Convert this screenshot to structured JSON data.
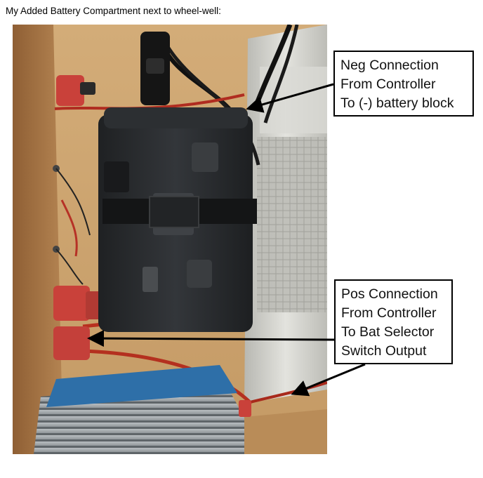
{
  "caption": "My Added Battery Compartment next to wheel-well:",
  "callouts": {
    "neg": {
      "lines": [
        "Neg Connection",
        "From Controller",
        "To (-) battery block"
      ]
    },
    "pos": {
      "lines": [
        "Pos Connection",
        "From Controller",
        "To Bat Selector",
        "Switch Output"
      ]
    }
  },
  "photo": {
    "colors": {
      "wood": "#c9a06e",
      "wood_dark": "#8a5a30",
      "battery_box": "#2a2c2e",
      "terminal_red": "#c9413a",
      "insulation": "#c7c7c2",
      "inverter_silver": "#9aa0a4",
      "inverter_blue": "#2e6fa8"
    },
    "icons": [
      "battery-box",
      "inverter",
      "red-terminal-block",
      "insulation-wrap"
    ]
  }
}
